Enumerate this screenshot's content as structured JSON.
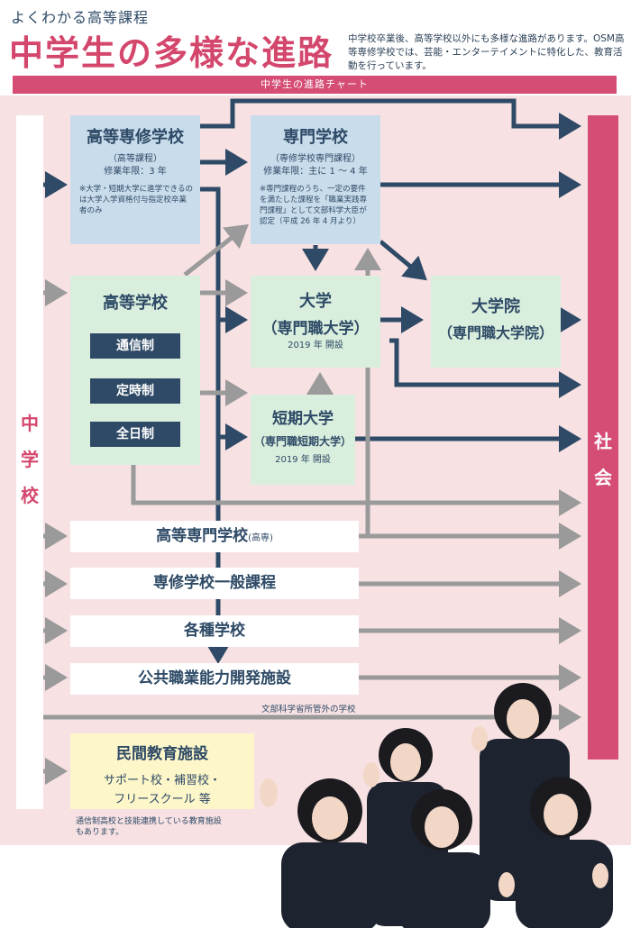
{
  "header": {
    "kicker": "よくわかる高等課程",
    "title": "中学生の多様な進路",
    "description": "中学校卒業後、高等学校以外にも多様な進路があります。OSM高等専修学校では、芸能・エンターテイメントに特化した、教育活動を行っています。"
  },
  "chart_bar_label": "中学生の進路チャート",
  "left_column": "中学校",
  "right_column": "社会",
  "boxes": {
    "koto_senshu": {
      "title": "高等専修学校",
      "sub1": "（高等課程）",
      "sub2": "修業年限：3 年",
      "note": "※大学・短期大学に進学できるのは大学入学資格付与指定校卒業者のみ"
    },
    "senmon": {
      "title": "専門学校",
      "sub1": "（専修学校専門課程）",
      "sub2": "修業年限：主に 1 ～ 4 年",
      "note": "※専門課程のうち、一定の要件を満たした課程を「職業実践専門課程」として文部科学大臣が認定（平成 26 年 4 月より）"
    },
    "koko": {
      "title": "高等学校",
      "btn1": "通信制",
      "btn2": "定時制",
      "btn3": "全日制"
    },
    "daigaku": {
      "title": "大学",
      "sub_title": "専門職大学",
      "year": "2019 年 開設"
    },
    "daigakuin": {
      "title": "大学院",
      "sub_title": "専門職大学院"
    },
    "tanki": {
      "title": "短期大学",
      "sub_title": "専門職短期大学",
      "year": "2019 年 開設"
    },
    "kosen": {
      "title": "高等専門学校",
      "suffix": "(高専)"
    },
    "ippan": {
      "title": "専修学校一般課程"
    },
    "kakushu": {
      "title": "各種学校"
    },
    "kokyo": {
      "title": "公共職業能力開発施設"
    },
    "monka_note": "文部科学省所管外の学校",
    "minkan": {
      "title": "民間教育施設",
      "line1": "サポート校・補習校・",
      "line2": "フリースクール 等"
    },
    "bottom_note": "通信制高校と技能連携している教育施設もあります。"
  },
  "colors": {
    "accent": "#d54d75",
    "navy": "#2e4a66",
    "gray_arrow": "#9a9a9a",
    "pink_bg": "#f7e1e3"
  }
}
